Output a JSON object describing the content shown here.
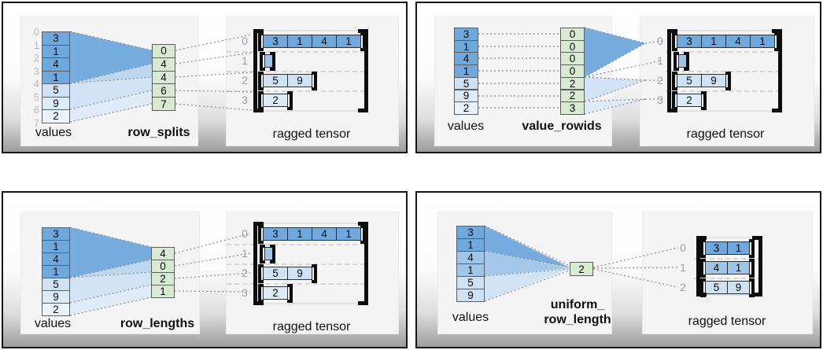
{
  "figure": {
    "colors": {
      "dark": "#6fa8dc",
      "mid": "#9fc5e8",
      "midlight": "#b9d5ef",
      "light": "#cfe2f3",
      "pale": "#ddeaf8",
      "faint": "#eaf3fc",
      "green": "#d9ead3"
    },
    "panels": [
      {
        "id": "row_splits",
        "values_label": "values",
        "method_label": "row_splits",
        "tensor_label": "ragged tensor",
        "value_indices": [
          "0",
          "1",
          "2",
          "3",
          "4",
          "5",
          "6",
          "7"
        ],
        "values": [
          {
            "v": "3",
            "shade": "dark"
          },
          {
            "v": "1",
            "shade": "dark"
          },
          {
            "v": "4",
            "shade": "dark"
          },
          {
            "v": "1",
            "shade": "dark"
          },
          {
            "v": "5",
            "shade": "light"
          },
          {
            "v": "9",
            "shade": "pale"
          },
          {
            "v": "2",
            "shade": "faint"
          }
        ],
        "method_cells": [
          "0",
          "4",
          "4",
          "6",
          "7"
        ],
        "tensor_rows": [
          {
            "index": "0",
            "shade": "dark",
            "cells": [
              "3",
              "1",
              "4",
              "1"
            ]
          },
          {
            "index": "1",
            "shade": "mid",
            "cells": []
          },
          {
            "index": "2",
            "shade": "light",
            "cells": [
              "5",
              "9"
            ]
          },
          {
            "index": "3",
            "shade": "pale",
            "cells": [
              "2"
            ]
          }
        ]
      },
      {
        "id": "value_rowids",
        "values_label": "values",
        "method_label": "value_rowids",
        "tensor_label": "ragged tensor",
        "values": [
          {
            "v": "3",
            "shade": "dark"
          },
          {
            "v": "1",
            "shade": "dark"
          },
          {
            "v": "4",
            "shade": "dark"
          },
          {
            "v": "1",
            "shade": "dark"
          },
          {
            "v": "5",
            "shade": "light"
          },
          {
            "v": "9",
            "shade": "pale"
          },
          {
            "v": "2",
            "shade": "faint"
          }
        ],
        "method_cells": [
          "0",
          "0",
          "0",
          "0",
          "2",
          "2",
          "3"
        ],
        "tensor_rows": [
          {
            "index": "0",
            "shade": "dark",
            "cells": [
              "3",
              "1",
              "4",
              "1"
            ]
          },
          {
            "index": "1",
            "shade": "mid",
            "cells": []
          },
          {
            "index": "2",
            "shade": "light",
            "cells": [
              "5",
              "9"
            ]
          },
          {
            "index": "3",
            "shade": "pale",
            "cells": [
              "2"
            ]
          }
        ]
      },
      {
        "id": "row_lengths",
        "values_label": "values",
        "method_label": "row_lengths",
        "tensor_label": "ragged tensor",
        "values": [
          {
            "v": "3",
            "shade": "dark"
          },
          {
            "v": "1",
            "shade": "dark"
          },
          {
            "v": "4",
            "shade": "dark"
          },
          {
            "v": "1",
            "shade": "dark"
          },
          {
            "v": "5",
            "shade": "light"
          },
          {
            "v": "9",
            "shade": "pale"
          },
          {
            "v": "2",
            "shade": "faint"
          }
        ],
        "method_cells": [
          "4",
          "0",
          "2",
          "1"
        ],
        "tensor_rows": [
          {
            "index": "0",
            "shade": "dark",
            "cells": [
              "3",
              "1",
              "4",
              "1"
            ]
          },
          {
            "index": "1",
            "shade": "mid",
            "cells": []
          },
          {
            "index": "2",
            "shade": "light",
            "cells": [
              "5",
              "9"
            ]
          },
          {
            "index": "3",
            "shade": "pale",
            "cells": [
              "2"
            ]
          }
        ]
      },
      {
        "id": "uniform_row_length",
        "values_label": "values",
        "method_label": "uniform_\nrow_length",
        "tensor_label": "ragged tensor",
        "values": [
          {
            "v": "3",
            "shade": "dark"
          },
          {
            "v": "1",
            "shade": "dark"
          },
          {
            "v": "4",
            "shade": "mid"
          },
          {
            "v": "1",
            "shade": "mid"
          },
          {
            "v": "5",
            "shade": "light"
          },
          {
            "v": "9",
            "shade": "light"
          }
        ],
        "method_cells": [
          "2"
        ],
        "tensor_rows": [
          {
            "index": "0",
            "shade": "dark",
            "cells": [
              "3",
              "1"
            ]
          },
          {
            "index": "1",
            "shade": "mid",
            "cells": [
              "4",
              "1"
            ]
          },
          {
            "index": "2",
            "shade": "light",
            "cells": [
              "5",
              "9"
            ]
          }
        ]
      }
    ]
  }
}
